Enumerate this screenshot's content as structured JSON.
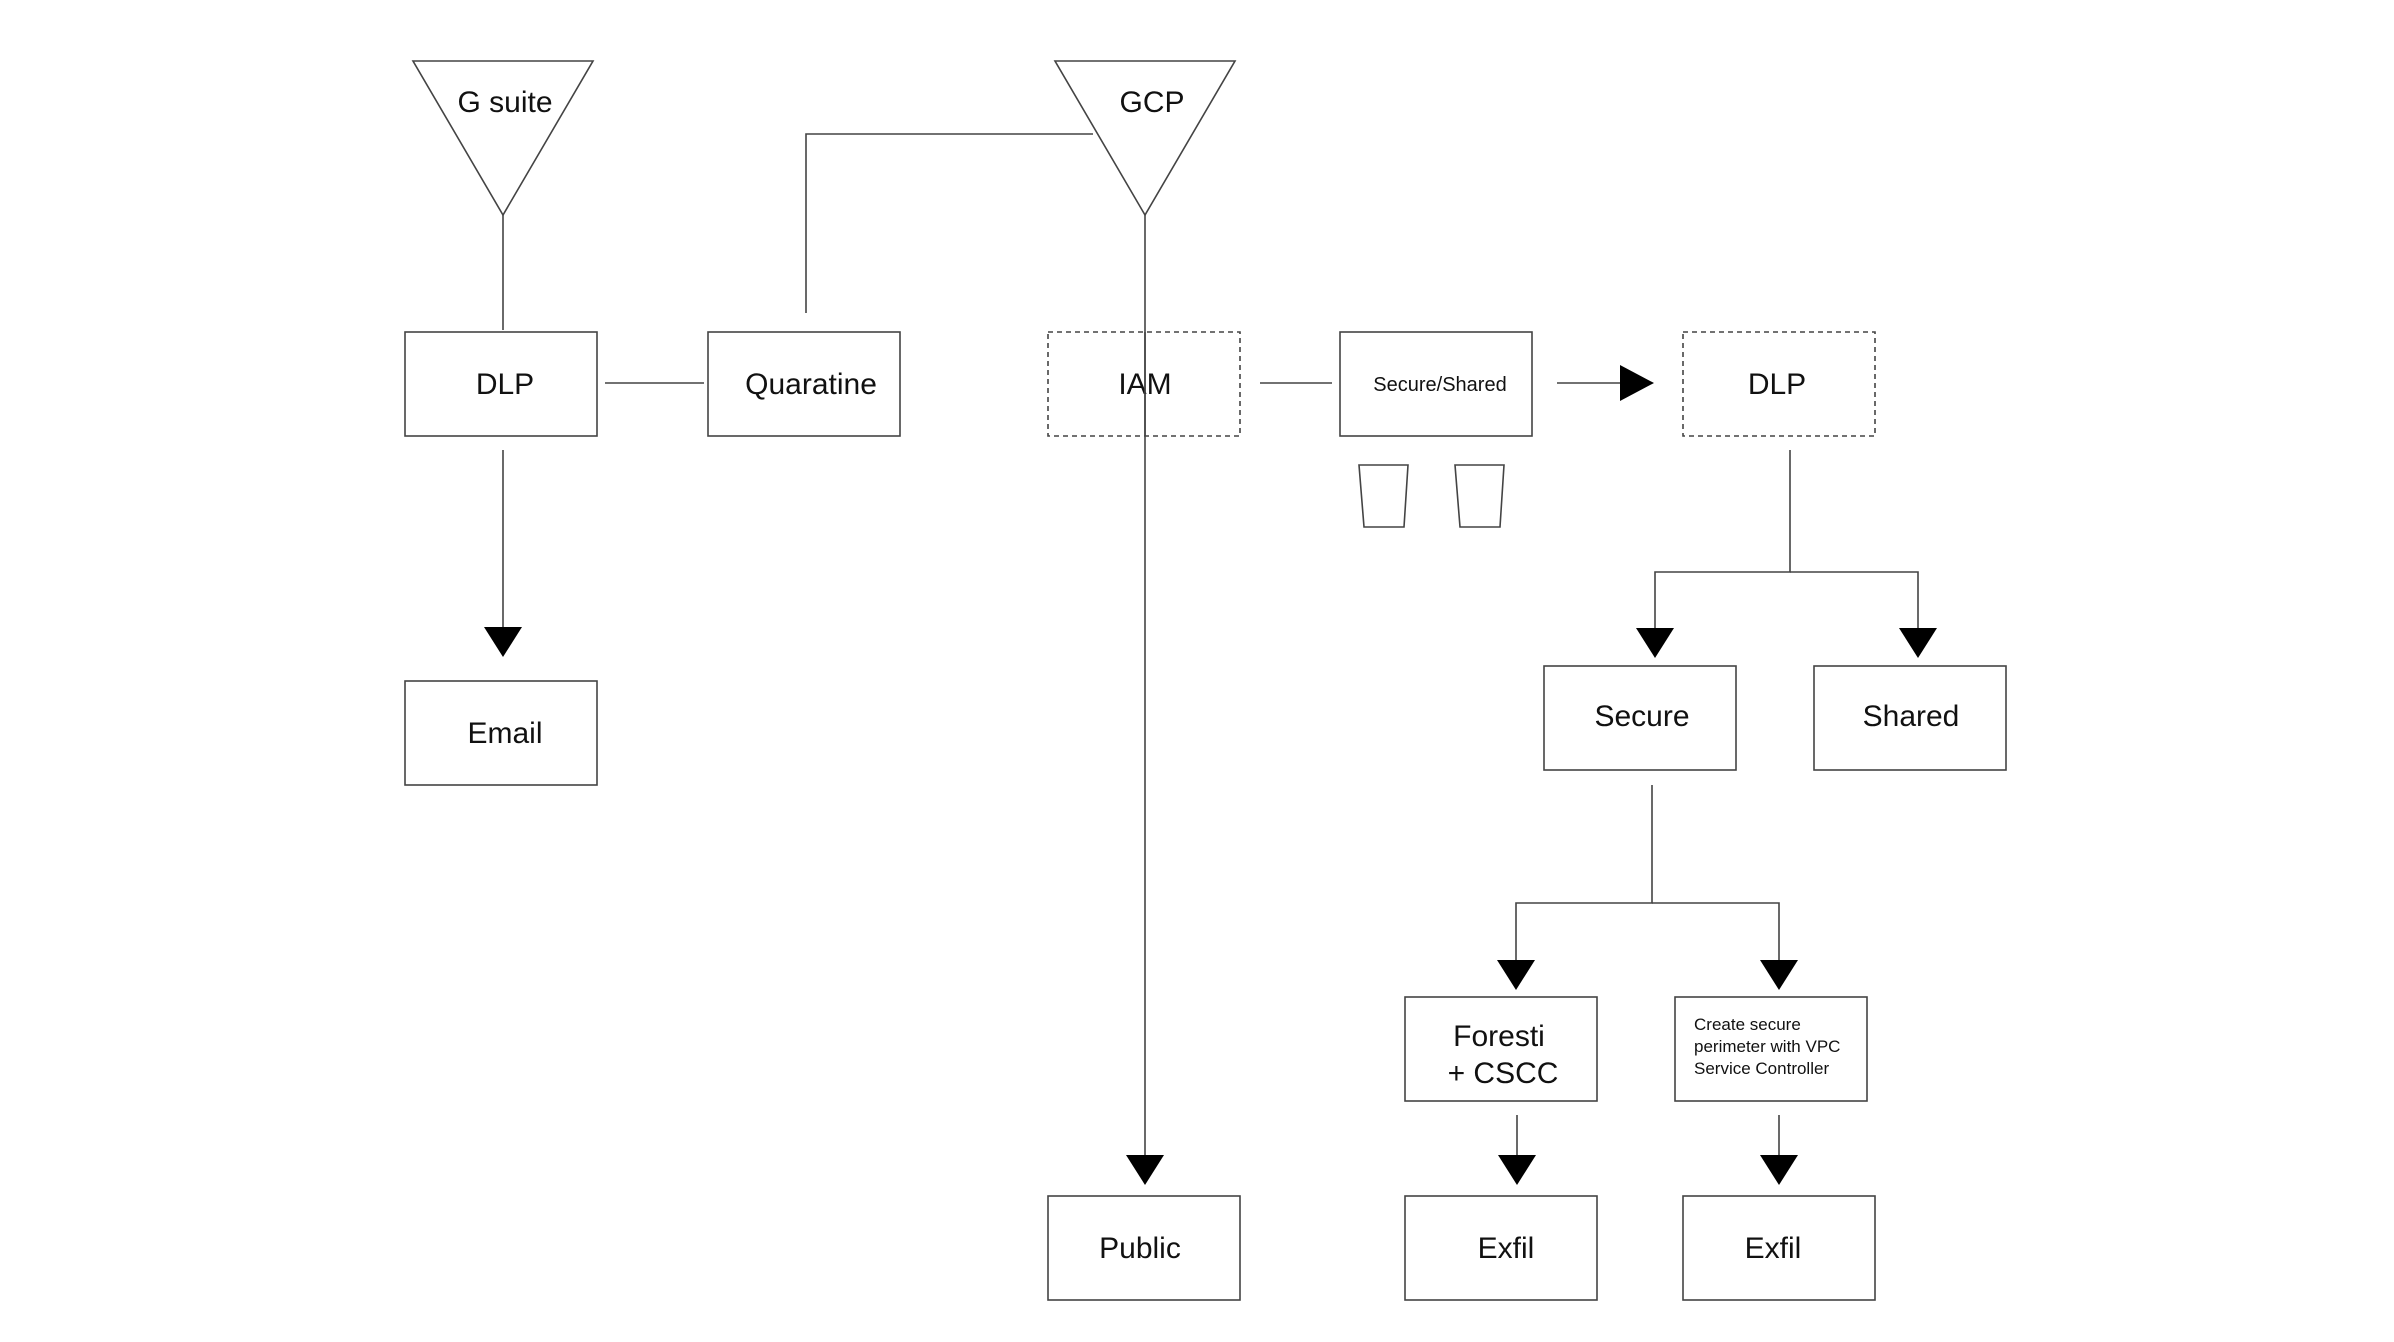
{
  "colors": {
    "stroke": "#444444",
    "arrowhead": "#000000",
    "background": "#ffffff",
    "text": "#111111"
  },
  "sources": {
    "gsuite": "G suite",
    "gcp": "GCP"
  },
  "nodes": {
    "dlp_left": "DLP",
    "quarantine": "Quaratine",
    "email": "Email",
    "iam": "IAM",
    "secure_shared": "Secure/Shared",
    "dlp_right": "DLP",
    "secure": "Secure",
    "shared": "Shared",
    "forseti": [
      "Foresti",
      "+ CSCC"
    ],
    "vpc": [
      "Create secure",
      "perimeter with VPC",
      "Service Controller"
    ],
    "public": "Public",
    "exfil_left": "Exfil",
    "exfil_right": "Exfil"
  },
  "buckets": [
    "bucket-icon",
    "bucket-icon"
  ]
}
